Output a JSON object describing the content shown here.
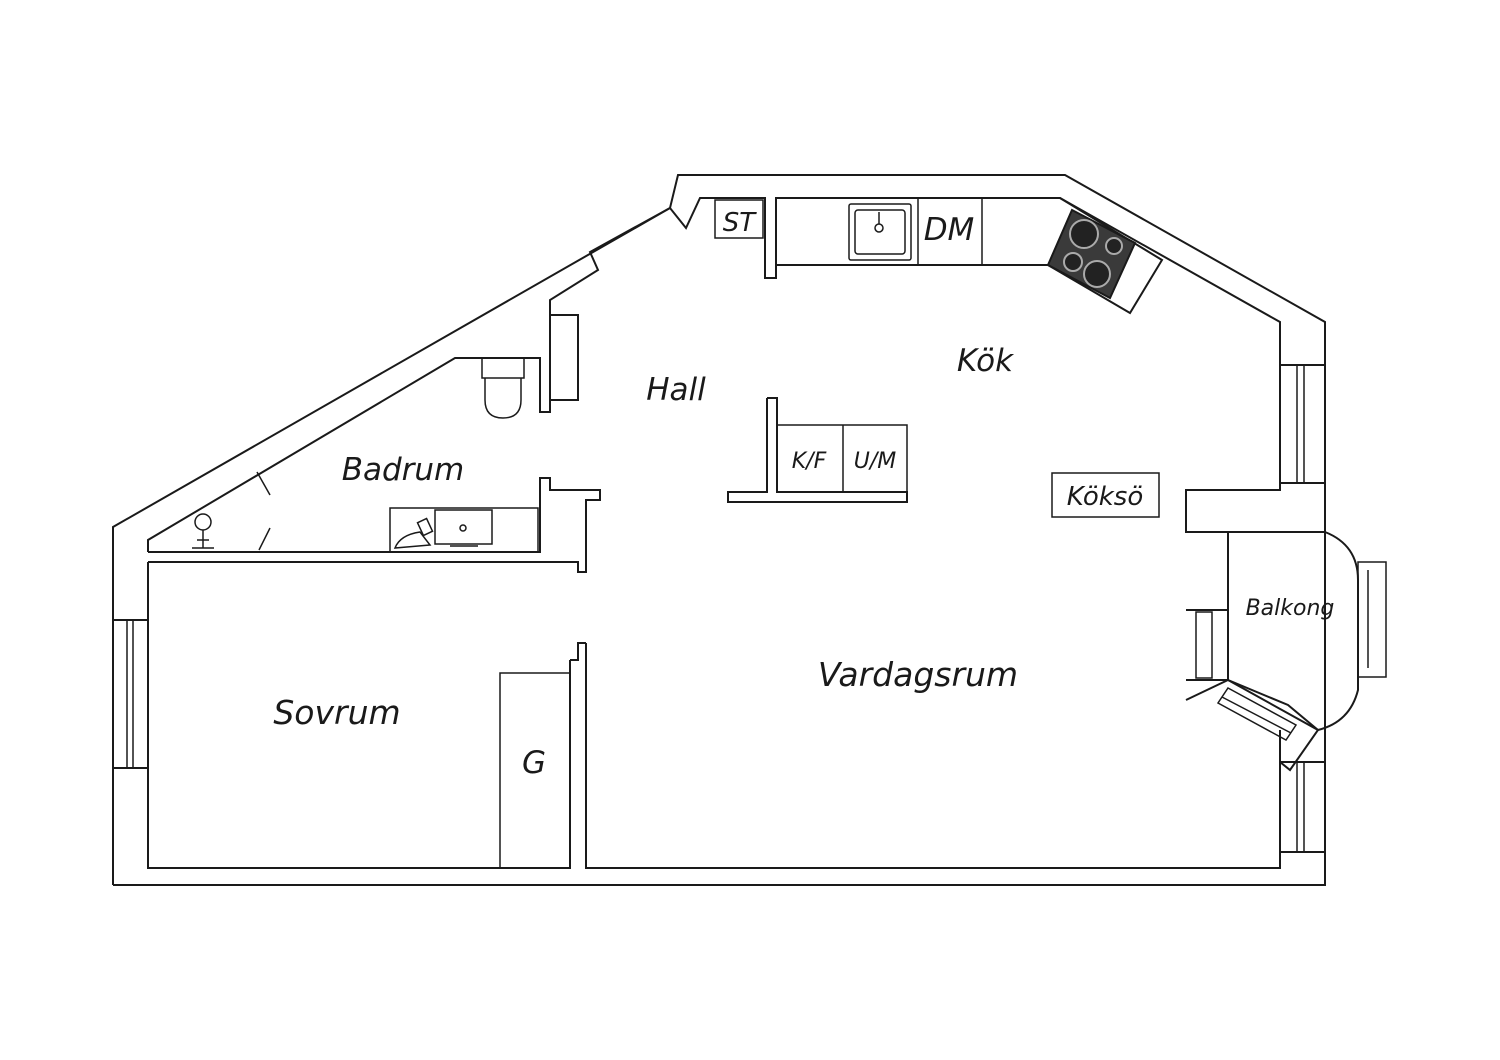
{
  "rooms": {
    "hall": "Hall",
    "kok": "Kök",
    "badrum": "Badrum",
    "sovrum": "Sovrum",
    "vardagsrum": "Vardagsrum",
    "balkong": "Balkong"
  },
  "fixtures": {
    "st": "ST",
    "dm": "DM",
    "kf": "K/F",
    "um": "U/M",
    "kokso": "Köksö",
    "g": "G"
  },
  "colors": {
    "line": "#1a1a1a",
    "background": "#ffffff",
    "stove": "#3a3a3a"
  },
  "icons": [
    "sink-icon",
    "stove-icon",
    "toilet-icon",
    "shower-icon",
    "washbasin-icon",
    "window-icon",
    "door-icon"
  ]
}
